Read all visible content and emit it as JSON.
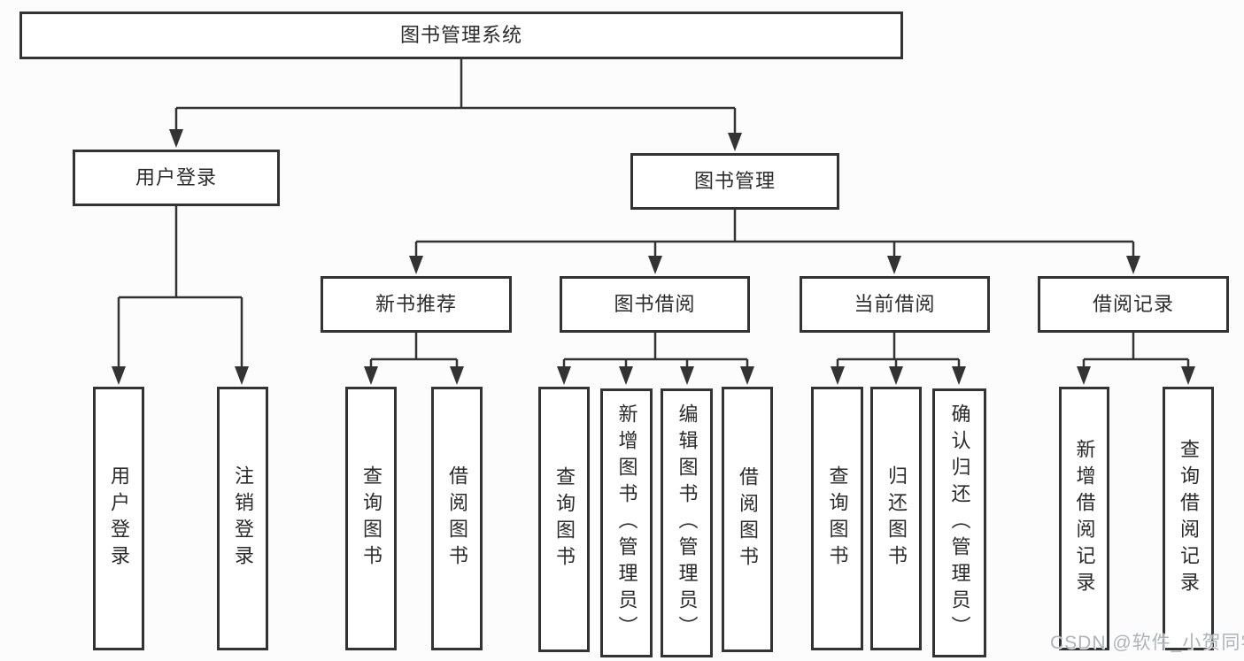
{
  "diagram": {
    "root": {
      "label": "图书管理系统"
    },
    "branches": [
      {
        "label": "用户登录",
        "children": [
          {
            "label": "用户登录"
          },
          {
            "label": "注销登录"
          }
        ]
      },
      {
        "label": "图书管理",
        "children": [
          {
            "label": "新书推荐",
            "children": [
              {
                "label": "查询图书"
              },
              {
                "label": "借阅图书"
              }
            ]
          },
          {
            "label": "图书借阅",
            "children": [
              {
                "label": "查询图书"
              },
              {
                "label": "新增图书（管理员）"
              },
              {
                "label": "编辑图书（管理员）"
              },
              {
                "label": "借阅图书"
              }
            ]
          },
          {
            "label": "当前借阅",
            "children": [
              {
                "label": "查询图书"
              },
              {
                "label": "归还图书"
              },
              {
                "label": "确认归还（管理员）"
              }
            ]
          },
          {
            "label": "借阅记录",
            "children": [
              {
                "label": "新增借阅记录"
              },
              {
                "label": "查询借阅记录"
              }
            ]
          }
        ]
      }
    ],
    "watermark": "CSDN @软件_小贺同学",
    "colors": {
      "line": "#333333",
      "text": "#2b2b2b",
      "watermark": "#aeb3b9",
      "background": "#fcfcfc"
    }
  }
}
